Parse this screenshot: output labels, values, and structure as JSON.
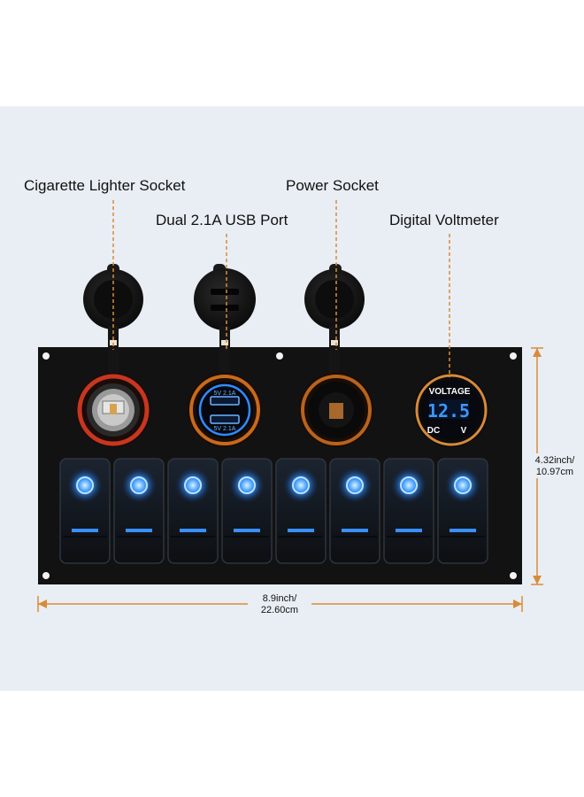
{
  "labels": {
    "cigarette": "Cigarette Lighter Socket",
    "power": "Power Socket",
    "usb": "Dual 2.1A USB Port",
    "voltmeter": "Digital Voltmeter"
  },
  "usb_port": {
    "line1": "5V 2.1A",
    "line2": "5V 2.1A"
  },
  "voltmeter": {
    "title": "VOLTAGE",
    "reading": "12.5",
    "dc": "DC",
    "unit": "V"
  },
  "dimensions": {
    "height_in": "4.32inch/",
    "height_cm": "10.97cm",
    "width_in": "8.9inch/",
    "width_cm": "22.60cm"
  },
  "switch_count": 8,
  "colors": {
    "background": "#e9eef4",
    "panel": "#121212",
    "blue_led": "#2f8cff",
    "leader_line": "#d98b3a",
    "socket_ring_red": "#c8361f",
    "socket_ring_orange": "#c86a1c"
  }
}
